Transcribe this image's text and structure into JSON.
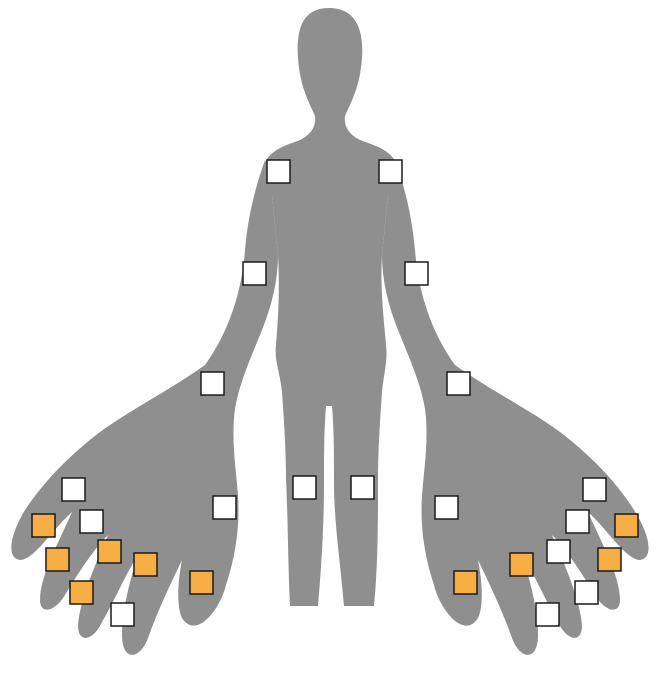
{
  "colors": {
    "background": "#ffffff",
    "silhouette": "#8f8f8f",
    "joint_unaffected": "#ffffff",
    "joint_affected": "#f7ae45",
    "joint_border": "#1a1a1a"
  },
  "joints": [
    {
      "id": "right-shoulder",
      "state": "unaffected"
    },
    {
      "id": "left-shoulder",
      "state": "unaffected"
    },
    {
      "id": "right-elbow",
      "state": "unaffected"
    },
    {
      "id": "left-elbow",
      "state": "unaffected"
    },
    {
      "id": "right-wrist",
      "state": "unaffected"
    },
    {
      "id": "left-wrist",
      "state": "unaffected"
    },
    {
      "id": "right-knee",
      "state": "unaffected"
    },
    {
      "id": "left-knee",
      "state": "unaffected"
    },
    {
      "id": "right-thumb-base",
      "state": "unaffected"
    },
    {
      "id": "left-thumb-base",
      "state": "unaffected"
    },
    {
      "id": "right-hand-mcp-1",
      "state": "unaffected"
    },
    {
      "id": "right-hand-mcp-2",
      "state": "unaffected"
    },
    {
      "id": "right-hand-pip-1",
      "state": "affected"
    },
    {
      "id": "right-hand-pip-2",
      "state": "affected"
    },
    {
      "id": "right-hand-pip-3",
      "state": "affected"
    },
    {
      "id": "right-hand-pip-4",
      "state": "affected"
    },
    {
      "id": "right-hand-pip-5",
      "state": "affected"
    },
    {
      "id": "right-hand-pip-6",
      "state": "affected"
    },
    {
      "id": "right-hand-pip-7",
      "state": "unaffected"
    },
    {
      "id": "left-hand-mcp-1",
      "state": "unaffected"
    },
    {
      "id": "left-hand-mcp-2",
      "state": "unaffected"
    },
    {
      "id": "left-hand-mcp-3",
      "state": "unaffected"
    },
    {
      "id": "left-hand-pip-1",
      "state": "affected"
    },
    {
      "id": "left-hand-pip-2",
      "state": "affected"
    },
    {
      "id": "left-hand-pip-3",
      "state": "affected"
    },
    {
      "id": "left-hand-pip-4",
      "state": "affected"
    },
    {
      "id": "left-hand-pip-5",
      "state": "unaffected"
    },
    {
      "id": "left-hand-pip-6",
      "state": "unaffected"
    }
  ]
}
